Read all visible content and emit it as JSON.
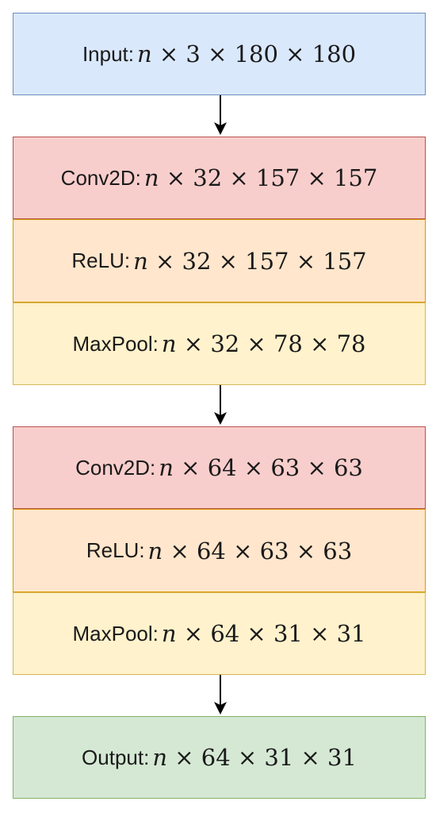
{
  "diagram": {
    "input": {
      "label": "Input:",
      "var": "n",
      "dims": " × 3 × 180 × 180"
    },
    "block1": {
      "conv": {
        "label": "Conv2D:",
        "var": "n",
        "dims": " × 32 × 157 × 157"
      },
      "relu": {
        "label": "ReLU:",
        "var": "n",
        "dims": " × 32 × 157 × 157"
      },
      "pool": {
        "label": "MaxPool:",
        "var": "n",
        "dims": " × 32 × 78 × 78"
      }
    },
    "block2": {
      "conv": {
        "label": "Conv2D:",
        "var": "n",
        "dims": " × 64 × 63 × 63"
      },
      "relu": {
        "label": "ReLU:",
        "var": "n",
        "dims": " × 64 × 63 × 63"
      },
      "pool": {
        "label": "MaxPool:",
        "var": "n",
        "dims": " × 64 × 31 × 31"
      }
    },
    "output": {
      "label": "Output:",
      "var": "n",
      "dims": " × 64 × 31 × 31"
    }
  },
  "colors": {
    "input_fill": "#dae8fc",
    "conv_fill": "#f8cecc",
    "relu_fill": "#ffe6cc",
    "pool_fill": "#fff2cc",
    "output_fill": "#d5e8d4",
    "arrow": "#000000"
  }
}
